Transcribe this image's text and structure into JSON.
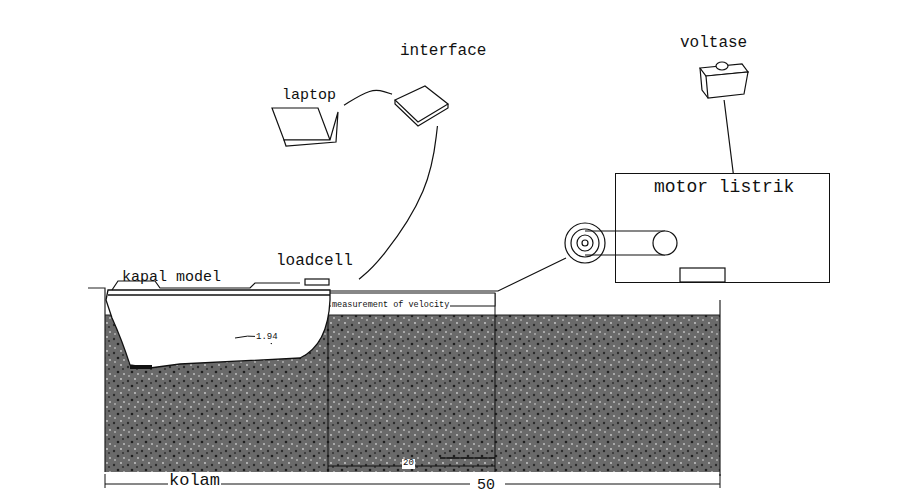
{
  "diagram": {
    "nodes": [
      {
        "text": [
          "laptop"
        ]
      },
      {
        "text": [
          "interface"
        ]
      },
      {
        "text": [
          "voltase"
        ]
      },
      {
        "text": [
          "motor listrik"
        ]
      },
      {
        "text": [
          "loadcell"
        ]
      },
      {
        "text": [
          "kapal model"
        ]
      }
    ],
    "edges": [
      {
        "from": 0,
        "to": 1,
        "arrow": "none"
      },
      {
        "from": 1,
        "to": 4,
        "arrow": "none"
      },
      {
        "from": 2,
        "to": 3,
        "arrow": "none"
      }
    ],
    "labels": [
      "measurement of velocity",
      "1.94",
      "kolam",
      "20",
      "50"
    ]
  }
}
